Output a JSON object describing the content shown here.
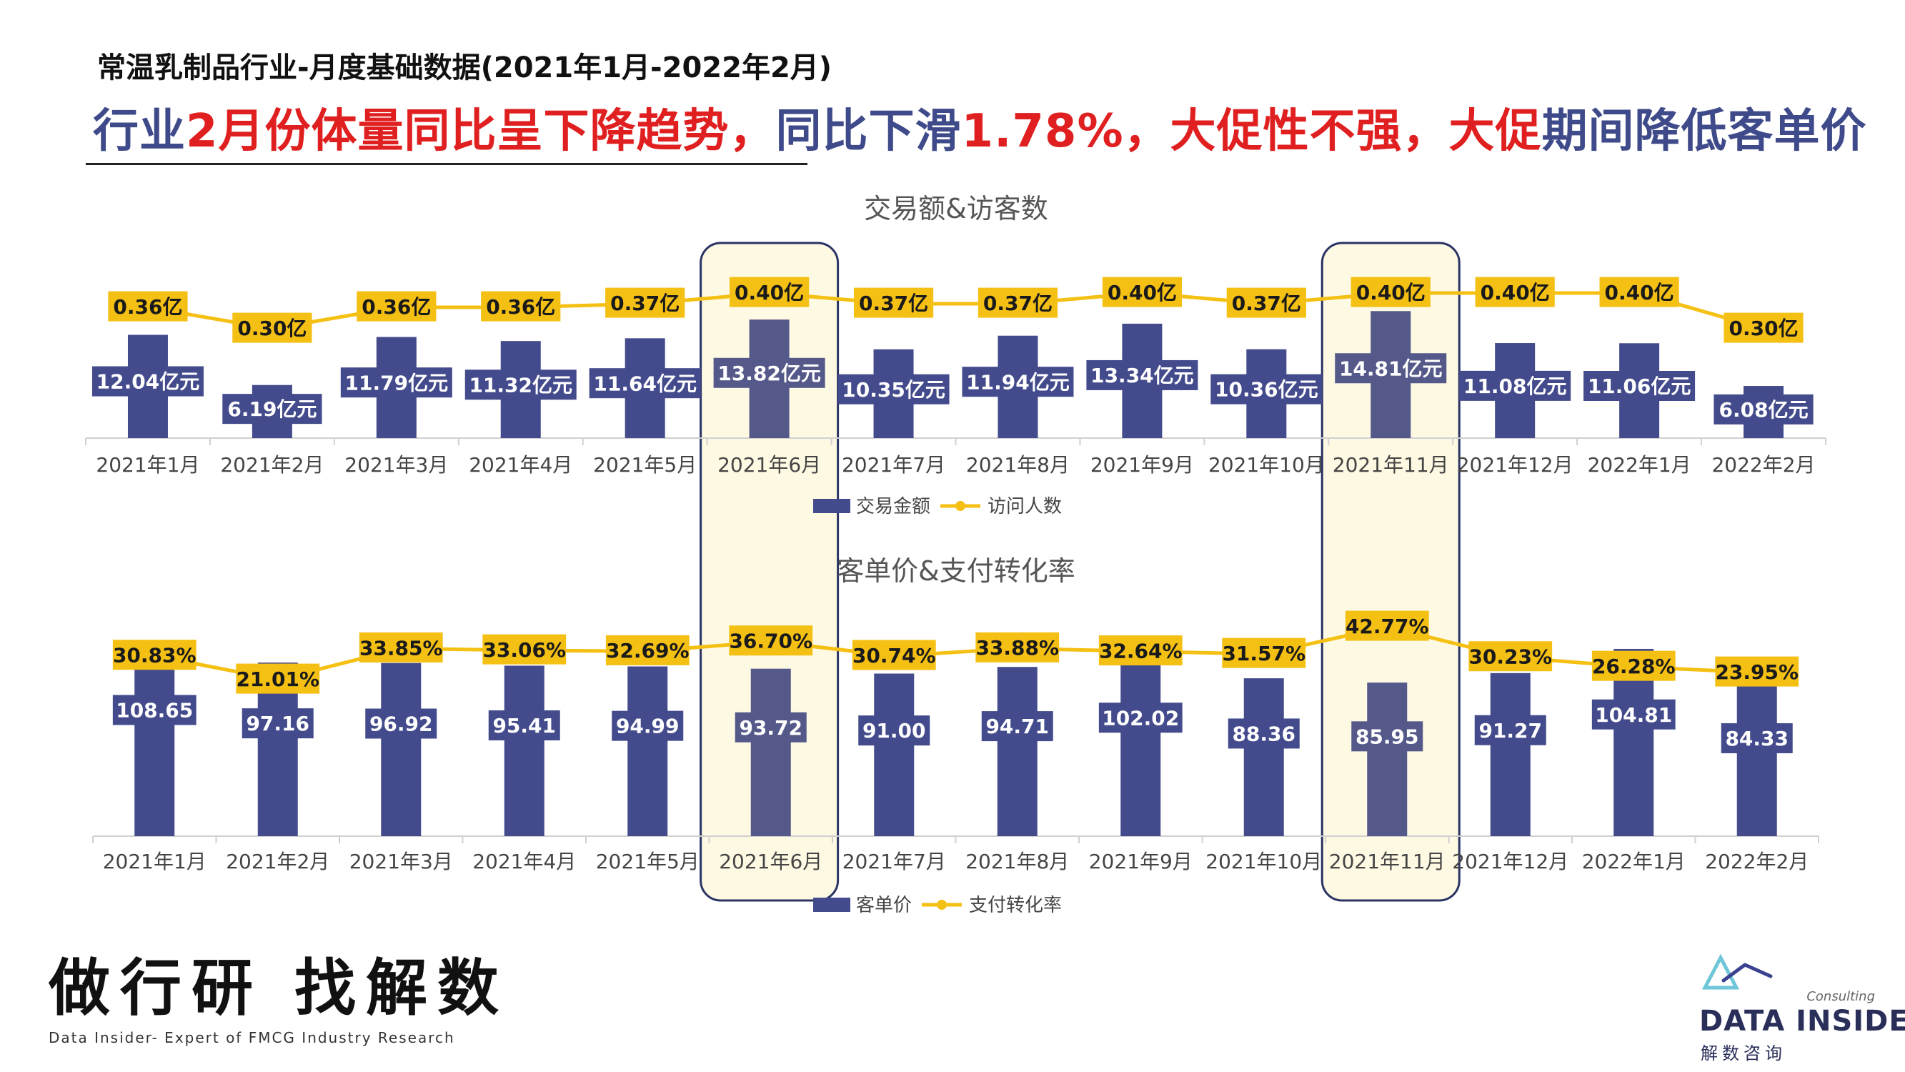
{
  "header": {
    "subtitle": "常温乳制品行业-月度基础数据(2021年1月-2022年2月)",
    "headline_parts": [
      {
        "text": "行业",
        "color": "navy"
      },
      {
        "text": "2月份体量同比呈下降趋势，",
        "color": "red"
      },
      {
        "text": "同比下滑",
        "color": "navy"
      },
      {
        "text": "1.78%，大促性不强，大促",
        "color": "red"
      },
      {
        "text": "期间降低客单价",
        "color": "navy"
      }
    ]
  },
  "colors": {
    "bar": "#434b8c",
    "bar_highlight": "#55598a",
    "line": "#f5c014",
    "label_bg": "#f5c014",
    "highlight_fill": "#fdf9e3",
    "highlight_stroke": "#2b3463",
    "navy_text": "#3f4a8a",
    "red_text": "#e02020"
  },
  "chart_data": [
    {
      "type": "bar",
      "title": "交易额&访客数",
      "categories": [
        "2021年1月",
        "2021年2月",
        "2021年3月",
        "2021年4月",
        "2021年5月",
        "2021年6月",
        "2021年7月",
        "2021年8月",
        "2021年9月",
        "2021年10月",
        "2021年11月",
        "2021年12月",
        "2022年1月",
        "2022年2月"
      ],
      "series": [
        {
          "name": "交易金额",
          "kind": "bar",
          "values": [
            12.04,
            6.19,
            11.79,
            11.32,
            11.64,
            13.82,
            10.35,
            11.94,
            13.34,
            10.36,
            14.81,
            11.08,
            11.06,
            6.08
          ],
          "labels": [
            "12.04亿元",
            "6.19亿元",
            "11.79亿元",
            "11.32亿元",
            "11.64亿元",
            "13.82亿元",
            "10.35亿元",
            "11.94亿元",
            "13.34亿元",
            "10.36亿元",
            "14.81亿元",
            "11.08亿元",
            "11.06亿元",
            "6.08亿元"
          ]
        },
        {
          "name": "访问人数",
          "kind": "line",
          "values": [
            0.36,
            0.3,
            0.36,
            0.36,
            0.37,
            0.4,
            0.37,
            0.37,
            0.4,
            0.37,
            0.4,
            0.4,
            0.4,
            0.3
          ],
          "labels": [
            "0.36亿",
            "0.30亿",
            "0.36亿",
            "0.36亿",
            "0.37亿",
            "0.40亿",
            "0.37亿",
            "0.37亿",
            "0.40亿",
            "0.37亿",
            "0.40亿",
            "0.40亿",
            "0.40亿",
            "0.30亿"
          ]
        }
      ],
      "highlight_categories": [
        5,
        10
      ],
      "legend": "bottom"
    },
    {
      "type": "bar",
      "title": "客单价&支付转化率",
      "categories": [
        "2021年1月",
        "2021年2月",
        "2021年3月",
        "2021年4月",
        "2021年5月",
        "2021年6月",
        "2021年7月",
        "2021年8月",
        "2021年9月",
        "2021年10月",
        "2021年11月",
        "2021年12月",
        "2022年1月",
        "2022年2月"
      ],
      "series": [
        {
          "name": "客单价",
          "kind": "bar",
          "values": [
            108.65,
            97.16,
            96.92,
            95.41,
            94.99,
            93.72,
            91.0,
            94.71,
            102.02,
            88.36,
            85.95,
            91.27,
            104.81,
            84.33
          ],
          "labels": [
            "108.65",
            "97.16",
            "96.92",
            "95.41",
            "94.99",
            "93.72",
            "91.00",
            "94.71",
            "102.02",
            "88.36",
            "85.95",
            "91.27",
            "104.81",
            "84.33"
          ]
        },
        {
          "name": "支付转化率",
          "kind": "line",
          "values": [
            30.83,
            21.01,
            33.85,
            33.06,
            32.69,
            36.7,
            30.74,
            33.88,
            32.64,
            31.57,
            42.77,
            30.23,
            26.28,
            23.95
          ],
          "labels": [
            "30.83%",
            "21.01%",
            "33.85%",
            "33.06%",
            "32.69%",
            "36.70%",
            "30.74%",
            "33.88%",
            "32.64%",
            "31.57%",
            "42.77%",
            "30.23%",
            "26.28%",
            "23.95%"
          ]
        }
      ],
      "highlight_categories": [
        5,
        10
      ],
      "legend": "bottom"
    }
  ],
  "brand": {
    "cn": "做行研 找解数",
    "en": "Data Insider- Expert of FMCG Industry Research",
    "logo_consulting": "Consulting",
    "logo_name": "DATA INSIDER",
    "logo_cn": "解数咨询"
  }
}
